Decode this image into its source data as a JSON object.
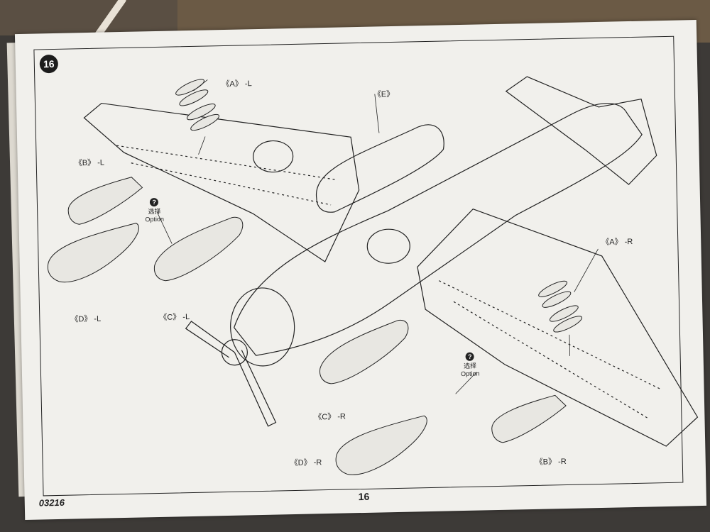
{
  "page": {
    "step_number": "16",
    "kit_number": "03216",
    "page_number": "16"
  },
  "labels": {
    "a_left": "《A》 -L",
    "a_right": "《A》 -R",
    "b_left": "《B》 -L",
    "b_right": "《B》 -R",
    "c_left": "《C》 -L",
    "c_right": "《C》 -R",
    "d_left": "《D》 -L",
    "d_right": "《D》 -R",
    "e": "《E》"
  },
  "option_markers": [
    {
      "symbol": "?",
      "cn": "选择",
      "en": "Option"
    },
    {
      "symbol": "?",
      "cn": "选择",
      "en": "Option"
    }
  ],
  "colors": {
    "line": "#222222",
    "paper": "#f1f0ec",
    "background": "#3d3a37"
  }
}
